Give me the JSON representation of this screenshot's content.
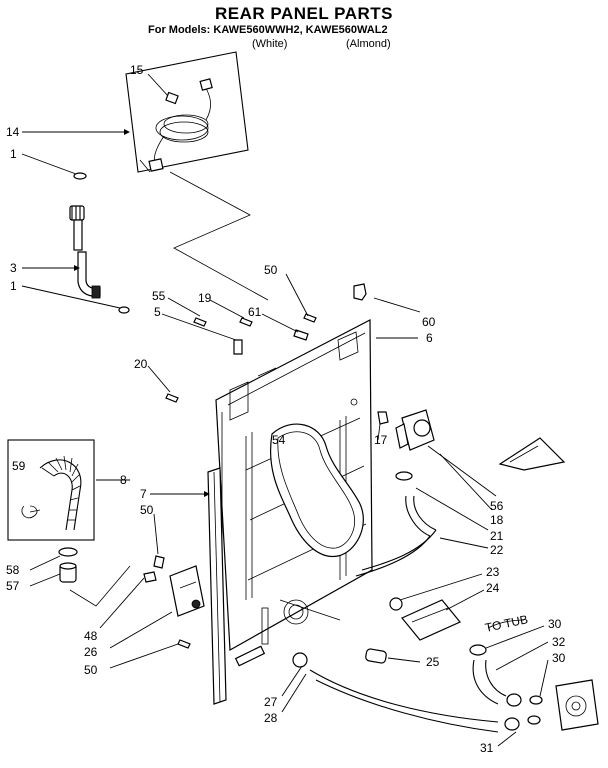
{
  "header": {
    "title": "REAR PANEL PARTS",
    "models_line": "For Models: KAWE560WWH2, KAWE560WAL2",
    "variant_white": "(White)",
    "variant_almond": "(Almond)"
  },
  "callouts": [
    {
      "id": "c15",
      "text": "15"
    },
    {
      "id": "c14",
      "text": "14"
    },
    {
      "id": "c1a",
      "text": "1"
    },
    {
      "id": "c3",
      "text": "3"
    },
    {
      "id": "c1b",
      "text": "1"
    },
    {
      "id": "c50a",
      "text": "50"
    },
    {
      "id": "c55",
      "text": "55"
    },
    {
      "id": "c5",
      "text": "5"
    },
    {
      "id": "c19",
      "text": "19"
    },
    {
      "id": "c61",
      "text": "61"
    },
    {
      "id": "c60",
      "text": "60"
    },
    {
      "id": "c6",
      "text": "6"
    },
    {
      "id": "c20",
      "text": "20"
    },
    {
      "id": "c54",
      "text": "54"
    },
    {
      "id": "c17",
      "text": "17"
    },
    {
      "id": "c59",
      "text": "59"
    },
    {
      "id": "c8",
      "text": "8"
    },
    {
      "id": "c7",
      "text": "7"
    },
    {
      "id": "c50b",
      "text": "50"
    },
    {
      "id": "c56",
      "text": "56"
    },
    {
      "id": "c18",
      "text": "18"
    },
    {
      "id": "c21",
      "text": "21"
    },
    {
      "id": "c22",
      "text": "22"
    },
    {
      "id": "c58",
      "text": "58"
    },
    {
      "id": "c57",
      "text": "57"
    },
    {
      "id": "c23",
      "text": "23"
    },
    {
      "id": "c24",
      "text": "24"
    },
    {
      "id": "c48",
      "text": "48"
    },
    {
      "id": "c26",
      "text": "26"
    },
    {
      "id": "c50c",
      "text": "50"
    },
    {
      "id": "c30a",
      "text": "30"
    },
    {
      "id": "c32",
      "text": "32"
    },
    {
      "id": "c30b",
      "text": "30"
    },
    {
      "id": "c25",
      "text": "25"
    },
    {
      "id": "c27",
      "text": "27"
    },
    {
      "id": "c28",
      "text": "28"
    },
    {
      "id": "c31",
      "text": "31"
    }
  ],
  "annotations": {
    "to_tub": "TO TUB"
  }
}
